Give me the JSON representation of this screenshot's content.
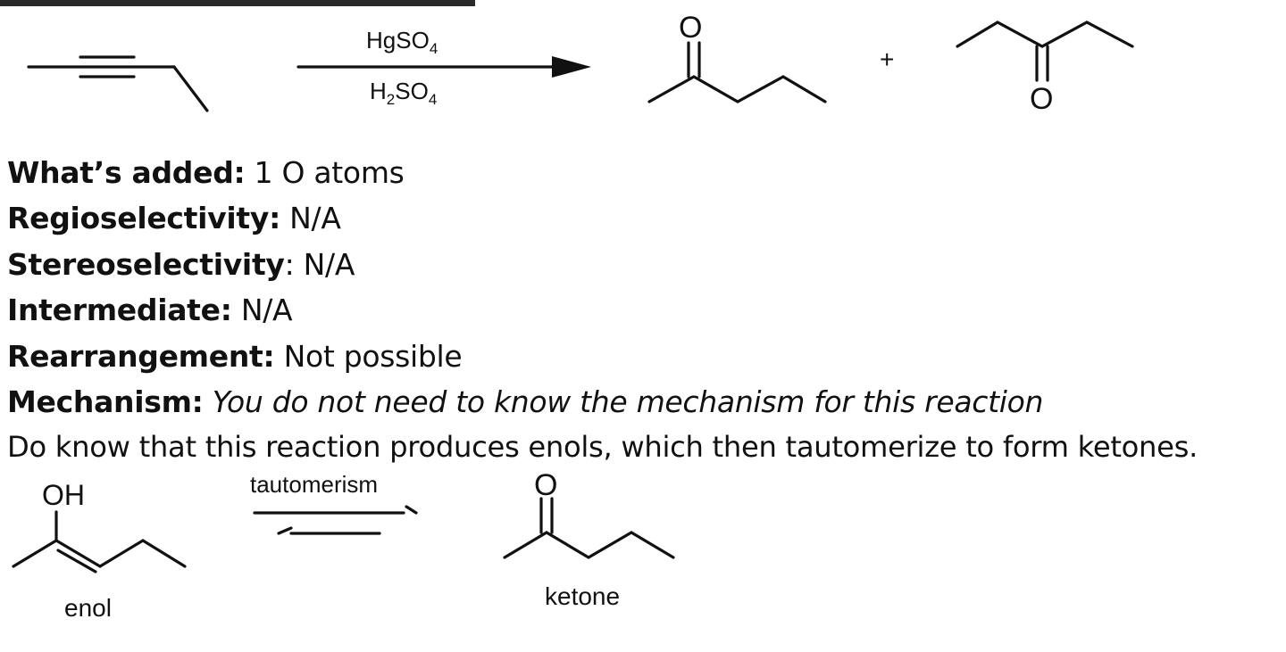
{
  "reaction": {
    "reagent_top_base": "HgSO",
    "reagent_top_sub": "4",
    "reagent_bottom_prefix": "H",
    "reagent_bottom_sub1": "2",
    "reagent_bottom_mid": "SO",
    "reagent_bottom_sub2": "4",
    "plus": "+",
    "product1_oxygen": "O",
    "product2_oxygen": "O"
  },
  "details": [
    {
      "label": "What’s added:",
      "value": " 1 O atoms"
    },
    {
      "label": "Regioselectivity:",
      "value": " N/A"
    },
    {
      "label": "Stereoselectivity",
      "value": ": N/A"
    },
    {
      "label": "Intermediate:",
      "value": " N/A"
    },
    {
      "label": "Rearrangement:",
      "value": " Not possible"
    },
    {
      "label": "Mechanism:",
      "value": "You do not need to know the mechanism for this reaction"
    }
  ],
  "note": "Do know that this reaction produces enols, which then tautomerize to form ketones.",
  "tautomer": {
    "enol_group": "OH",
    "arrow_label": "tautomerism",
    "ketone_oxygen": "O",
    "enol_caption": "enol",
    "ketone_caption": "ketone"
  }
}
